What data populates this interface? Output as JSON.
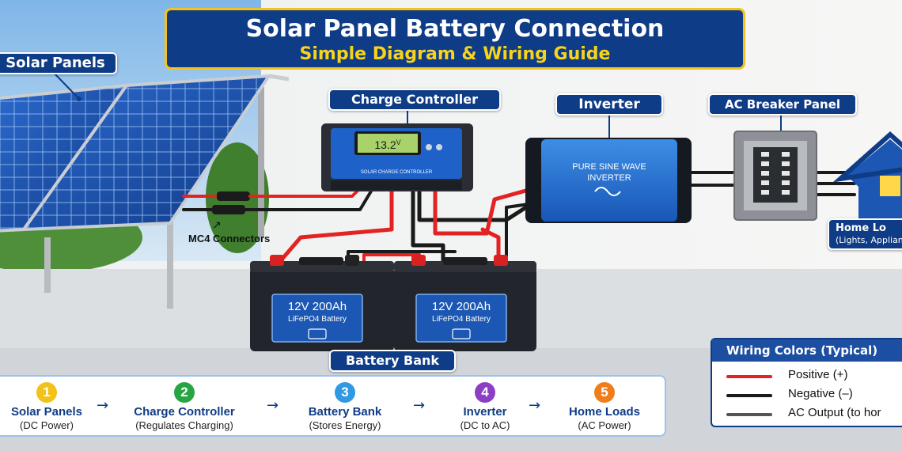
{
  "title": "Solar Panel Battery Connection",
  "subtitle": "Simple Diagram & Wiring Guide",
  "labels": {
    "solar_panels": "Solar Panels",
    "charge_controller": "Charge Controller",
    "inverter": "Inverter",
    "ac_breaker_panel": "AC Breaker Panel",
    "home_loads": "Home Lo",
    "home_loads_sub": "(Lights, Applian",
    "mc4_connectors": "MC4 Connectors",
    "battery_bank": "Battery Bank"
  },
  "devices": {
    "controller_display": "13.2",
    "controller_display_unit": "V",
    "controller_brand": "SOLAR CHARGE CONTROLLER",
    "inverter_line1": "PURE SINE WAVE",
    "inverter_line2": "INVERTER",
    "battery1_line1": "12V 200Ah",
    "battery1_line2": "LiFePO4 Battery",
    "battery2_line1": "12V 200Ah",
    "battery2_line2": "LiFePO4 Battery"
  },
  "legend": {
    "title": "Wiring Colors (Typical)",
    "items": [
      {
        "label": "Positive (+)",
        "color": "#e32222"
      },
      {
        "label": "Negative (–)",
        "color": "#1a1a1a"
      },
      {
        "label": "AC Output (to hor",
        "color": "#555555"
      }
    ]
  },
  "flow": {
    "steps": [
      {
        "num": "1",
        "name": "Solar Panels",
        "desc": "(DC Power)",
        "color": "#f2c21a"
      },
      {
        "num": "2",
        "name": "Charge Controller",
        "desc": "(Regulates Charging)",
        "color": "#27a544"
      },
      {
        "num": "3",
        "name": "Battery Bank",
        "desc": "(Stores Energy)",
        "color": "#2f9ae3"
      },
      {
        "num": "4",
        "name": "Inverter",
        "desc": "(DC to AC)",
        "color": "#8a3fc4"
      },
      {
        "num": "5",
        "name": "Home Loads",
        "desc": "(AC Power)",
        "color": "#f07d1c"
      }
    ],
    "arrow": "→"
  },
  "colors": {
    "brand_blue": "#0f3c86",
    "accent_yellow": "#f8d31a",
    "positive": "#e32222",
    "negative": "#1a1a1a"
  }
}
